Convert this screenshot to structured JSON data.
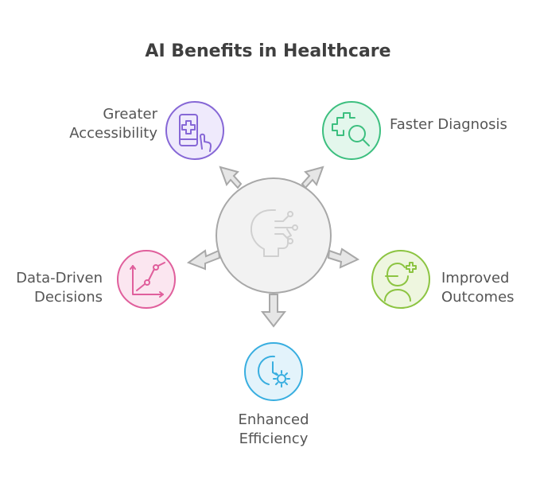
{
  "title": "AI Benefits in Healthcare",
  "benefits": [
    {
      "lines": [
        "Greater",
        "Accessibility"
      ],
      "icon": "phone-medical-icon",
      "color": "#8667d6",
      "fill": "#efeafc"
    },
    {
      "lines": [
        "Faster Diagnosis"
      ],
      "icon": "medical-search-icon",
      "color": "#3cbf7f",
      "fill": "#e3f7ec"
    },
    {
      "lines": [
        "Improved",
        "Outcomes"
      ],
      "icon": "patient-plus-icon",
      "color": "#8cc441",
      "fill": "#eef6df"
    },
    {
      "lines": [
        "Enhanced",
        "Efficiency"
      ],
      "icon": "clock-gear-icon",
      "color": "#38aee0",
      "fill": "#e3f3fb"
    },
    {
      "lines": [
        "Data-Driven",
        "Decisions"
      ],
      "icon": "line-chart-icon",
      "color": "#e05f9c",
      "fill": "#fbe6f0"
    }
  ],
  "hub": {
    "icon": "ai-head-icon"
  }
}
